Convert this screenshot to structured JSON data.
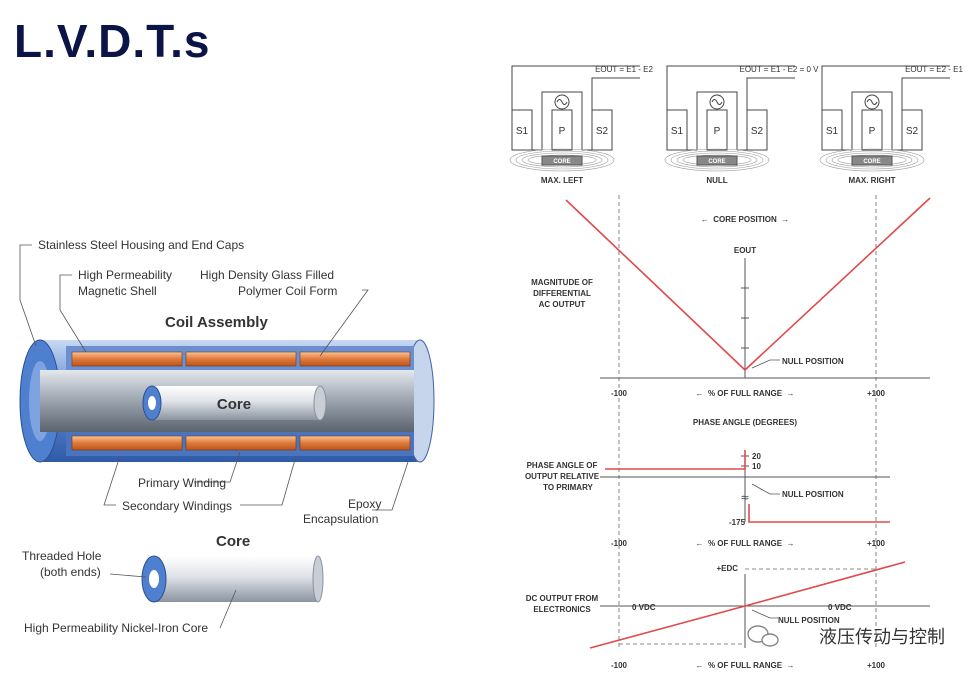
{
  "title": "L.V.D.T.s",
  "left": {
    "callouts": {
      "housing": "Stainless Steel Housing and End Caps",
      "shell": [
        "High Permeability",
        "Magnetic Shell"
      ],
      "coil_form": [
        "High Density Glass Filled",
        "Polymer Coil Form"
      ],
      "coil_assembly": "Coil Assembly",
      "core_inside": "Core",
      "primary": "Primary Winding",
      "secondary": "Secondary Windings",
      "epoxy": [
        "Epoxy",
        "Encapsulation"
      ],
      "core_title": "Core",
      "threaded": [
        "Threaded Hole",
        "(both ends)"
      ],
      "nickel": "High Permeability Nickel-Iron Core"
    }
  },
  "right": {
    "schematics": [
      {
        "eq": "EOUT = E1 - E2",
        "caption": "MAX. LEFT"
      },
      {
        "eq": "EOUT = E1 - E2 = 0 V",
        "caption": "NULL"
      },
      {
        "eq": "EOUT = E2 - E1",
        "caption": "MAX. RIGHT"
      }
    ],
    "coil_labels": {
      "s1": "S1",
      "p": "P",
      "s2": "S2",
      "core": "CORE"
    },
    "graph1": {
      "header": "CORE POSITION",
      "ylabel": [
        "MAGNITUDE OF",
        "DIFFERENTIAL",
        "AC OUTPUT"
      ],
      "eout": "EOUT",
      "null_label": "NULL POSITION",
      "xlabel": "% OF FULL RANGE",
      "x_min": "-100",
      "x_max": "+100"
    },
    "graph2": {
      "header": "PHASE ANGLE (DEGREES)",
      "ylabel": [
        "PHASE ANGLE OF",
        "OUTPUT RELATIVE",
        "TO PRIMARY"
      ],
      "ticks": [
        "20",
        "10",
        "-175"
      ],
      "null_label": "NULL POSITION",
      "xlabel": "% OF FULL RANGE",
      "x_min": "-100",
      "x_max": "+100"
    },
    "graph3": {
      "ylabel": [
        "DC OUTPUT FROM",
        "ELECTRONICS"
      ],
      "edc": "+EDC",
      "zero_left": "0 VDC",
      "zero_right": "0 VDC",
      "null_label": "NULL POSITION",
      "xlabel": "% OF FULL RANGE",
      "x_min": "-100",
      "x_max": "+100"
    }
  },
  "watermark": "液压传动与控制",
  "colors": {
    "curve": "#e04a4a",
    "housing": "#4f7fcf",
    "copper": "#e07a3a",
    "title": "#0b1446"
  }
}
